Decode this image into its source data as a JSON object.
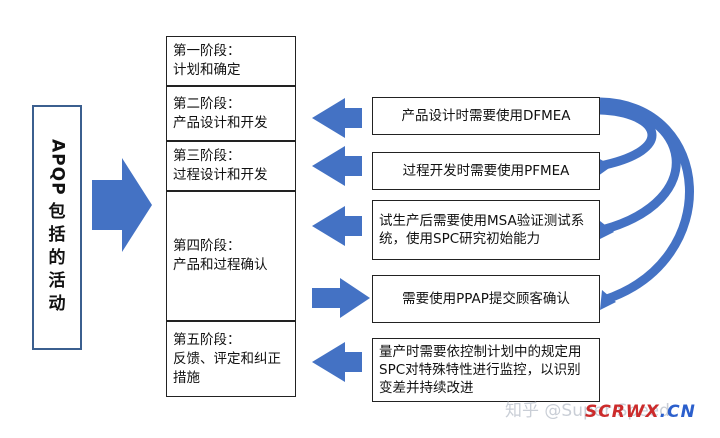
{
  "title_chars": [
    "APQP",
    "包",
    "括",
    "的",
    "活",
    "动"
  ],
  "phases": [
    {
      "name": "第一阶段：",
      "desc": "计划和确定"
    },
    {
      "name": "第二阶段：",
      "desc": "产品设计和开发"
    },
    {
      "name": "第三阶段：",
      "desc": "过程设计和开发"
    },
    {
      "name": "第四阶段：",
      "desc": "产品和过程确认"
    },
    {
      "name": "第五阶段：",
      "desc": "反馈、评定和纠正措施"
    }
  ],
  "notes": [
    {
      "text": "产品设计时需要使用DFMEA"
    },
    {
      "text": "过程开发时需要使用PFMEA"
    },
    {
      "text": "试生产后需要使用MSA验证测试系统，使用SPC研究初始能力"
    },
    {
      "text": "需要使用PPAP提交顾客确认"
    },
    {
      "text": "量产时需要依控制计划中的规定用SPC对特殊特性进行监控，以识别变差并持续改进"
    }
  ],
  "watermark": {
    "zhihu": "知乎 @Super Speed",
    "site_red": "SCRWX",
    "site_blue": ".CN"
  },
  "colors": {
    "arrow": "#4472C4",
    "border": "#222222"
  }
}
